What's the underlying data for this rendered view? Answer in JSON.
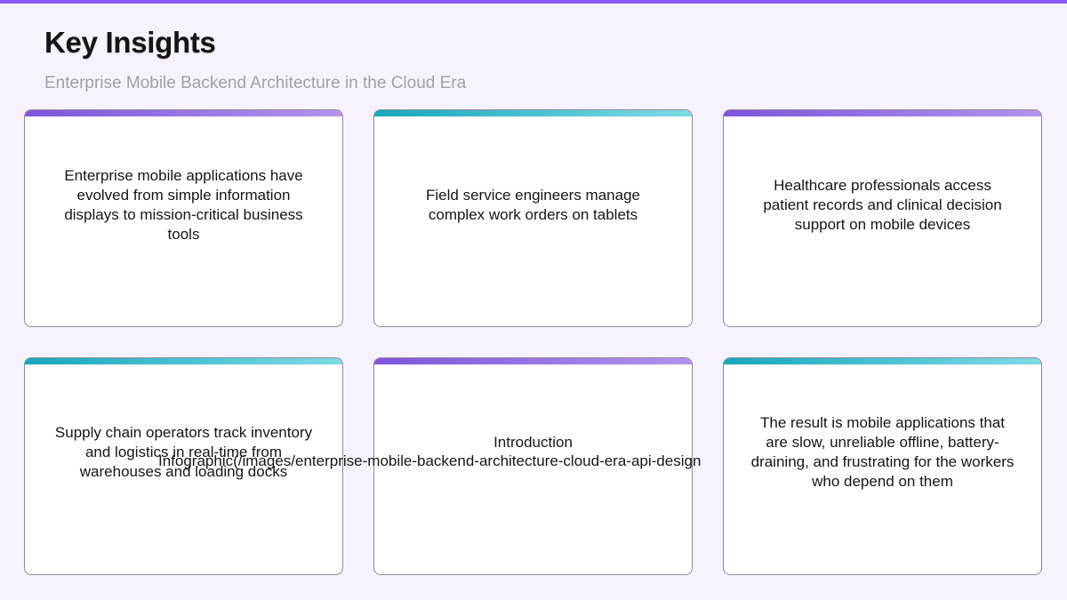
{
  "header": {
    "title": "Key Insights",
    "subtitle": "Enterprise Mobile Backend Architecture in the Cloud Era"
  },
  "cards": [
    {
      "text": "Enterprise mobile applications have evolved from simple information displays to mission-critical business tools",
      "accent": "purple"
    },
    {
      "text": "Field service engineers manage complex work orders on tablets",
      "accent": "teal"
    },
    {
      "text": "Healthcare professionals access patient records and clinical decision support on mobile devices",
      "accent": "purple"
    },
    {
      "text": "Supply chain operators track inventory and logistics in real-time from warehouses and loading docks",
      "accent": "teal"
    },
    {
      "text": "Introduction",
      "accent": "purple"
    },
    {
      "text": "The result is mobile applications that are slow, unreliable offline, battery-draining, and frustrating for the workers who depend on them",
      "accent": "teal"
    }
  ],
  "overflow_label": "Infographic(/images/enterprise-mobile-backend-architecture-cloud-era-api-design",
  "colors": {
    "top_bar": "#8b5cf6",
    "accent_purple": "#7c55db",
    "accent_teal": "#16a8bb",
    "background": "#f7f3fe"
  }
}
